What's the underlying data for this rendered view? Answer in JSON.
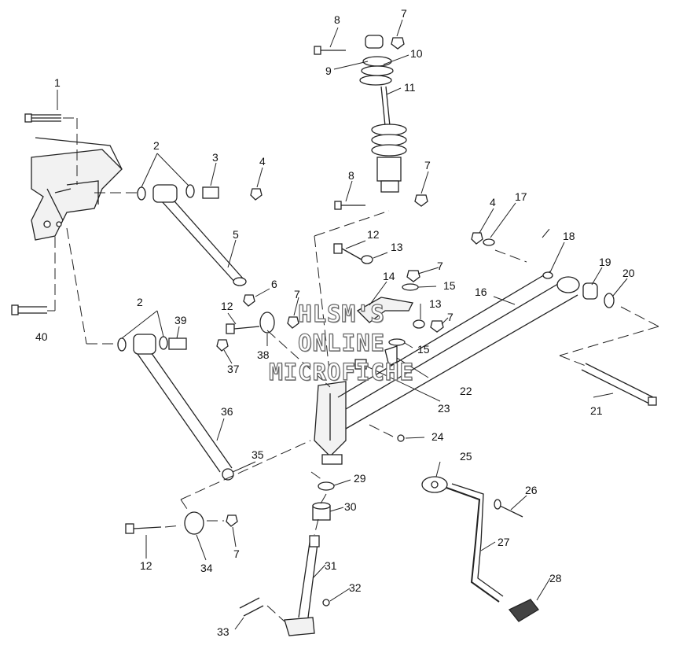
{
  "watermark": {
    "line1": "HLSM'S",
    "line2": "ONLINE",
    "line3": "MICROFICHE"
  },
  "callouts": [
    "8",
    "7",
    "10",
    "9",
    "11",
    "1",
    "2",
    "3",
    "4",
    "8",
    "7",
    "4",
    "17",
    "5",
    "18",
    "12",
    "13",
    "19",
    "20",
    "7",
    "14",
    "6",
    "15",
    "7",
    "16",
    "12",
    "13",
    "7",
    "2",
    "39",
    "38",
    "15",
    "40",
    "37",
    "22",
    "23",
    "36",
    "24",
    "21",
    "35",
    "25",
    "29",
    "26",
    "30",
    "27",
    "12",
    "7",
    "34",
    "31",
    "28",
    "32",
    "33"
  ]
}
